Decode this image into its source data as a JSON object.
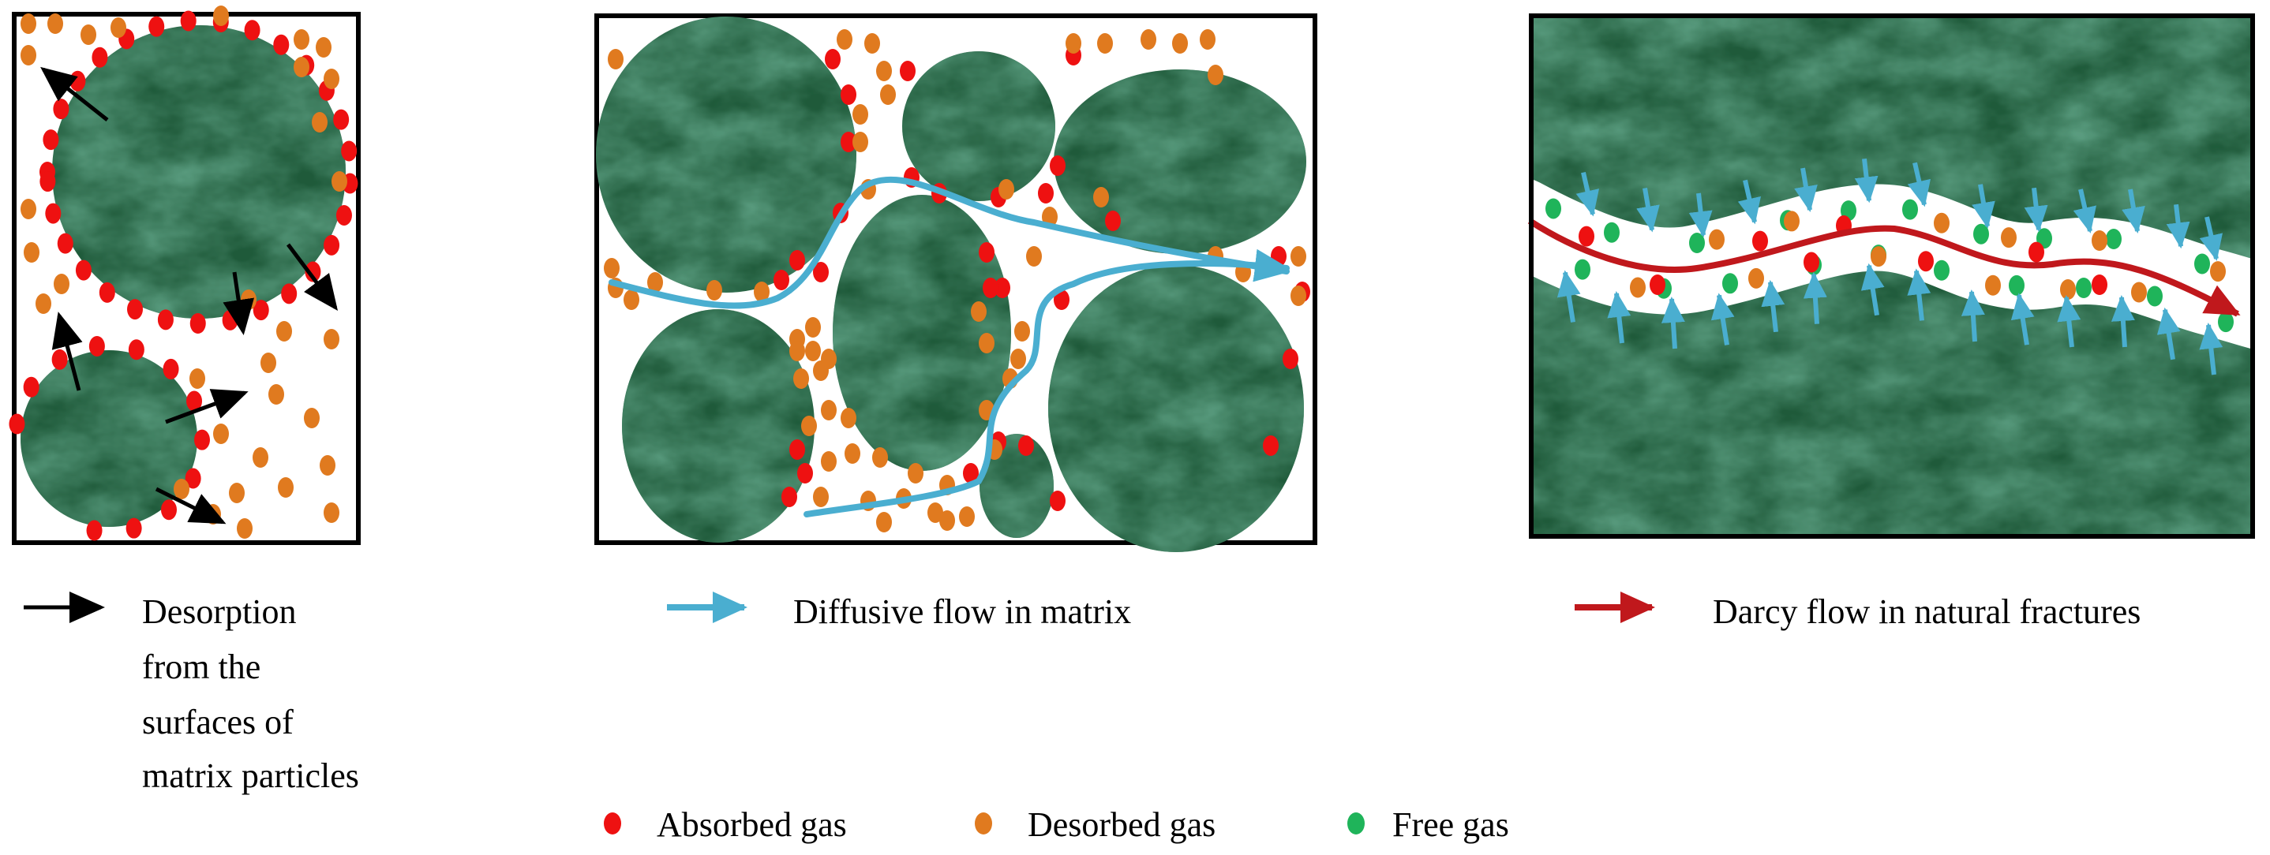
{
  "legend": {
    "desorption": [
      "Desorption",
      "from the",
      "surfaces of",
      "matrix particles"
    ],
    "diffusive": "Diffusive flow in matrix",
    "darcy": "Darcy flow in natural fractures"
  },
  "gas_legend": {
    "absorbed": "Absorbed gas",
    "desorbed": "Desorbed gas",
    "free": "Free gas"
  },
  "colors": {
    "absorbed": "#ee1111",
    "desorbed": "#e07a1f",
    "free": "#1fb45a",
    "matrix": "#1f5a3a",
    "diffusive_arrow": "#4aaed0",
    "darcy_arrow": "#c0181c",
    "desorption_arrow": "#000000"
  }
}
